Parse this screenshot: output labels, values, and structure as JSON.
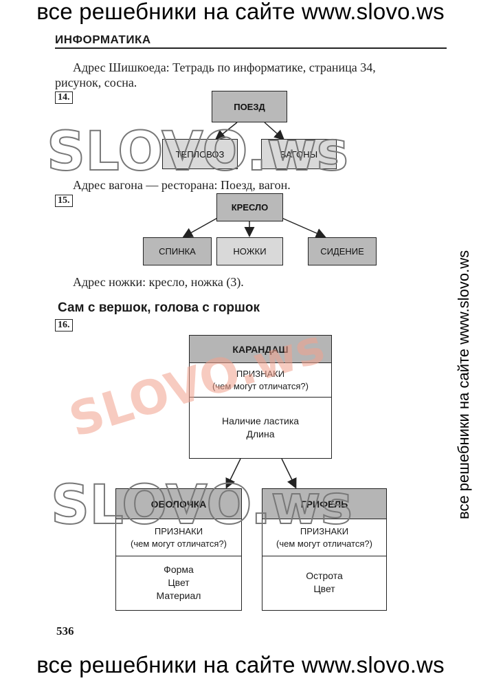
{
  "banner_text": "все решебники на сайте www.slovo.ws",
  "side_text": "все решебники на сайте www.slovo.ws",
  "header": {
    "subject": "ИНФОРМАТИКА"
  },
  "intro_text_line1": "Адрес Шишкоеда: Тетрадь по информатике, страница 34,",
  "intro_text_line2": "рисунок, сосна.",
  "task14": {
    "number": "14.",
    "root": "ПОЕЗД",
    "children": [
      "ТЕПЛОВОЗ",
      "ВАГОНЫ"
    ],
    "answer": "Адрес вагона — ресторана: Поезд, вагон."
  },
  "task15": {
    "number": "15.",
    "root": "КРЕСЛО",
    "children": [
      "СПИНКА",
      "НОЖКИ",
      "СИДЕНИЕ"
    ],
    "answer": "Адрес ножки: кресло, ножка (3)."
  },
  "section_heading": "Сам с вершок, голова с горшок",
  "task16": {
    "number": "16.",
    "main": {
      "title": "КАРАНДАШ",
      "features_label": "ПРИЗНАКИ",
      "features_sub": "(чем могут отличатся?)",
      "items": [
        "Наличие ластика",
        "Длина"
      ]
    },
    "left": {
      "title": "ОБОЛОЧКА",
      "features_label": "ПРИЗНАКИ",
      "features_sub": "(чем могут отличатся?)",
      "items": [
        "Форма",
        "Цвет",
        "Материал"
      ]
    },
    "right": {
      "title": "ГРИФЕЛЬ",
      "features_label": "ПРИЗНАКИ",
      "features_sub": "(чем могут отличатся?)",
      "items": [
        "Острота",
        "Цвет"
      ]
    }
  },
  "page_number": "536",
  "watermark": "SLOVO.ws"
}
